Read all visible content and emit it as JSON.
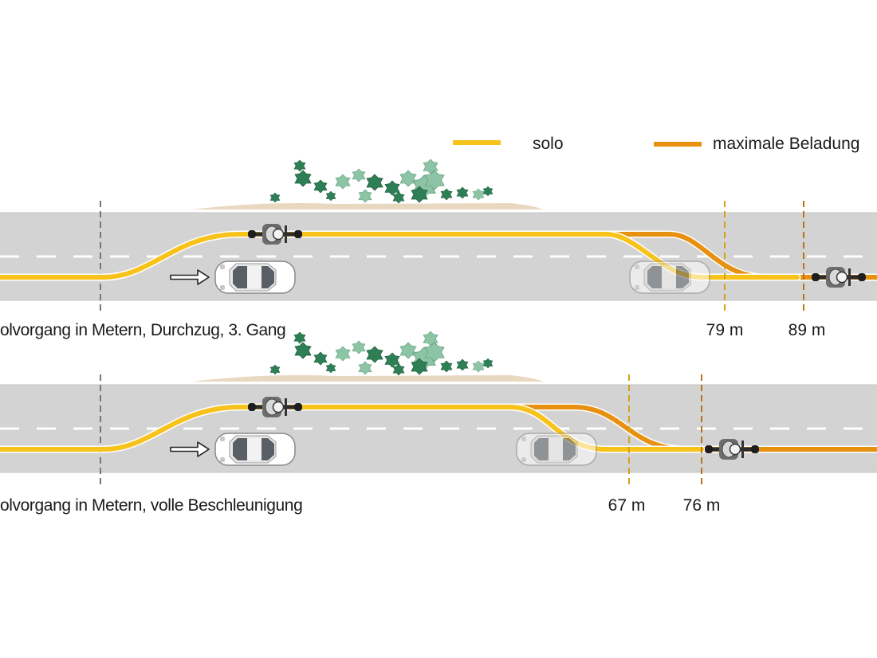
{
  "legend": {
    "solo": {
      "label": "solo",
      "color": "#f7c21a"
    },
    "loaded": {
      "label": "maximale Beladung",
      "color": "#e8900f"
    }
  },
  "colors": {
    "road": "#d3d3d3",
    "road_edge": "#ffffff",
    "embankment": "#e8d8bf",
    "foliage_dark": "#2e7f55",
    "foliage_light": "#8cc4a5"
  },
  "panels": [
    {
      "caption": "olvorgang in Metern, Durchzug, 3. Gang",
      "solo_distance": "79 m",
      "loaded_distance": "89 m"
    },
    {
      "caption": "olvorgang in Metern, volle Beschleunigung",
      "solo_distance": "67 m",
      "loaded_distance": "76 m"
    }
  ],
  "icons": {
    "car": "car-icon",
    "motorcycle": "motorcycle-icon",
    "arrow": "arrow-right-icon",
    "tree": "tree-icon"
  }
}
